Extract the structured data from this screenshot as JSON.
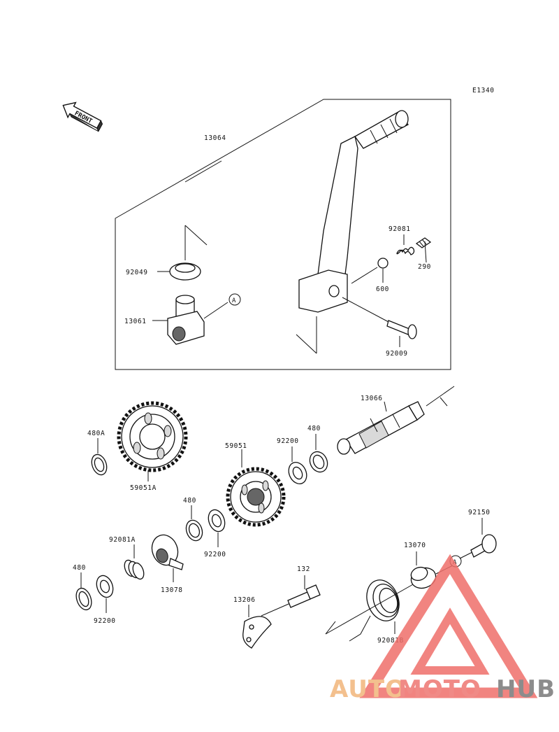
{
  "diagram_code": "E1340",
  "front_label": "FRONT",
  "callout_letter": "A",
  "parts": {
    "p13064": "13064",
    "p92049": "92049",
    "p13061": "13061",
    "p92081": "92081",
    "p290": "290",
    "p600": "600",
    "p92009": "92009",
    "p13066": "13066",
    "p480A": "480A",
    "p59051A": "59051A",
    "p59051": "59051",
    "p92200_top": "92200",
    "p480_top": "480",
    "p480_mid": "480",
    "p92200_mid": "92200",
    "p92081A": "92081A",
    "p13078": "13078",
    "p480_low": "480",
    "p92200_low": "92200",
    "p132": "132",
    "p13206": "13206",
    "p92150": "92150",
    "p13070": "13070",
    "p92081B": "92081B"
  },
  "watermark": {
    "part1": "AUTO",
    "part2": "MOTO",
    "part3": "HUB",
    "colors": {
      "auto": "#f3c08e",
      "moto": "#f08a86",
      "hub": "#8c8c8c",
      "triangle": "#ee6e6a"
    }
  }
}
